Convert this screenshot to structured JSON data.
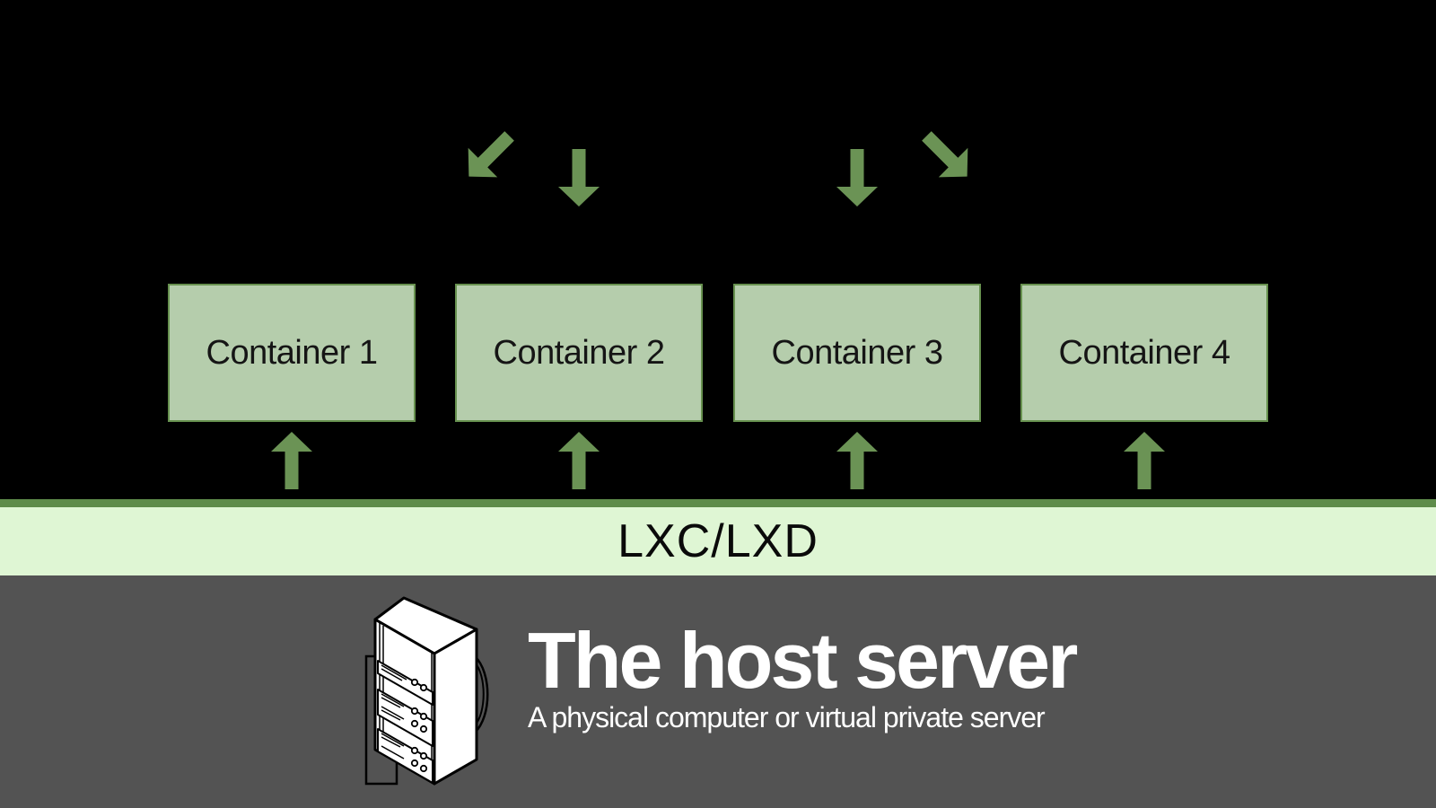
{
  "colors": {
    "background-top": "#000000",
    "accent-green": "#6b9355",
    "band-green": "#5e8c4a",
    "container-fill": "#b5cdac",
    "container-border": "#67914f",
    "lxc-bar-fill": "#dff6d4",
    "host-section-bg": "#535353",
    "container-text": "#151515",
    "lxc-text": "#0a0a0a",
    "host-text": "#ffffff"
  },
  "containers": [
    {
      "label": "Container 1"
    },
    {
      "label": "Container 2"
    },
    {
      "label": "Container 3"
    },
    {
      "label": "Container 4"
    }
  ],
  "middleware": {
    "label": "LXC/LXD"
  },
  "host": {
    "title": "The host server",
    "subtitle": "A physical computer or virtual private server"
  },
  "icons": {
    "top_arrows": [
      "down-left-arrow",
      "down-arrow",
      "down-arrow",
      "down-right-arrow"
    ],
    "up_arrows": [
      "up-arrow",
      "up-arrow",
      "up-arrow",
      "up-arrow"
    ],
    "host_icon": "server-rack"
  }
}
